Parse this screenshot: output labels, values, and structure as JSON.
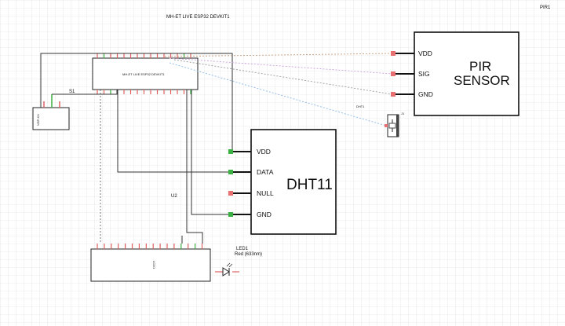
{
  "top_right_label": "PIR1",
  "board": {
    "title": "MH-ET LIVE ESP32 DEVKIT1",
    "center_label": "MH-ET LIVE ESP32 DEVKIT1"
  },
  "switch": {
    "ref": "S1",
    "label": "NSP-XX"
  },
  "pir": {
    "title_line1": "PIR",
    "title_line2": "SENSOR",
    "pins": [
      "VDD",
      "SIG",
      "GND"
    ]
  },
  "dht": {
    "title": "DHT11",
    "pins": [
      "VDD",
      "DATA",
      "NULL",
      "GND"
    ]
  },
  "jumper": {
    "part": "DHT1",
    "ref": "J1"
  },
  "u2": {
    "ref": "U2",
    "label": "LCD1"
  },
  "led": {
    "ref": "LED1",
    "value": "Red (633nm)"
  },
  "colors": {
    "grid": "#d9d9d9",
    "wire": "#333333",
    "pin_red": "#e06060",
    "pin_green": "#3cb043",
    "pir_wire_1": "#c8a080",
    "pir_wire_2": "#c9a0d8",
    "pir_wire_3": "#9a9a9a",
    "pir_wire_4": "#8ab8e8"
  }
}
